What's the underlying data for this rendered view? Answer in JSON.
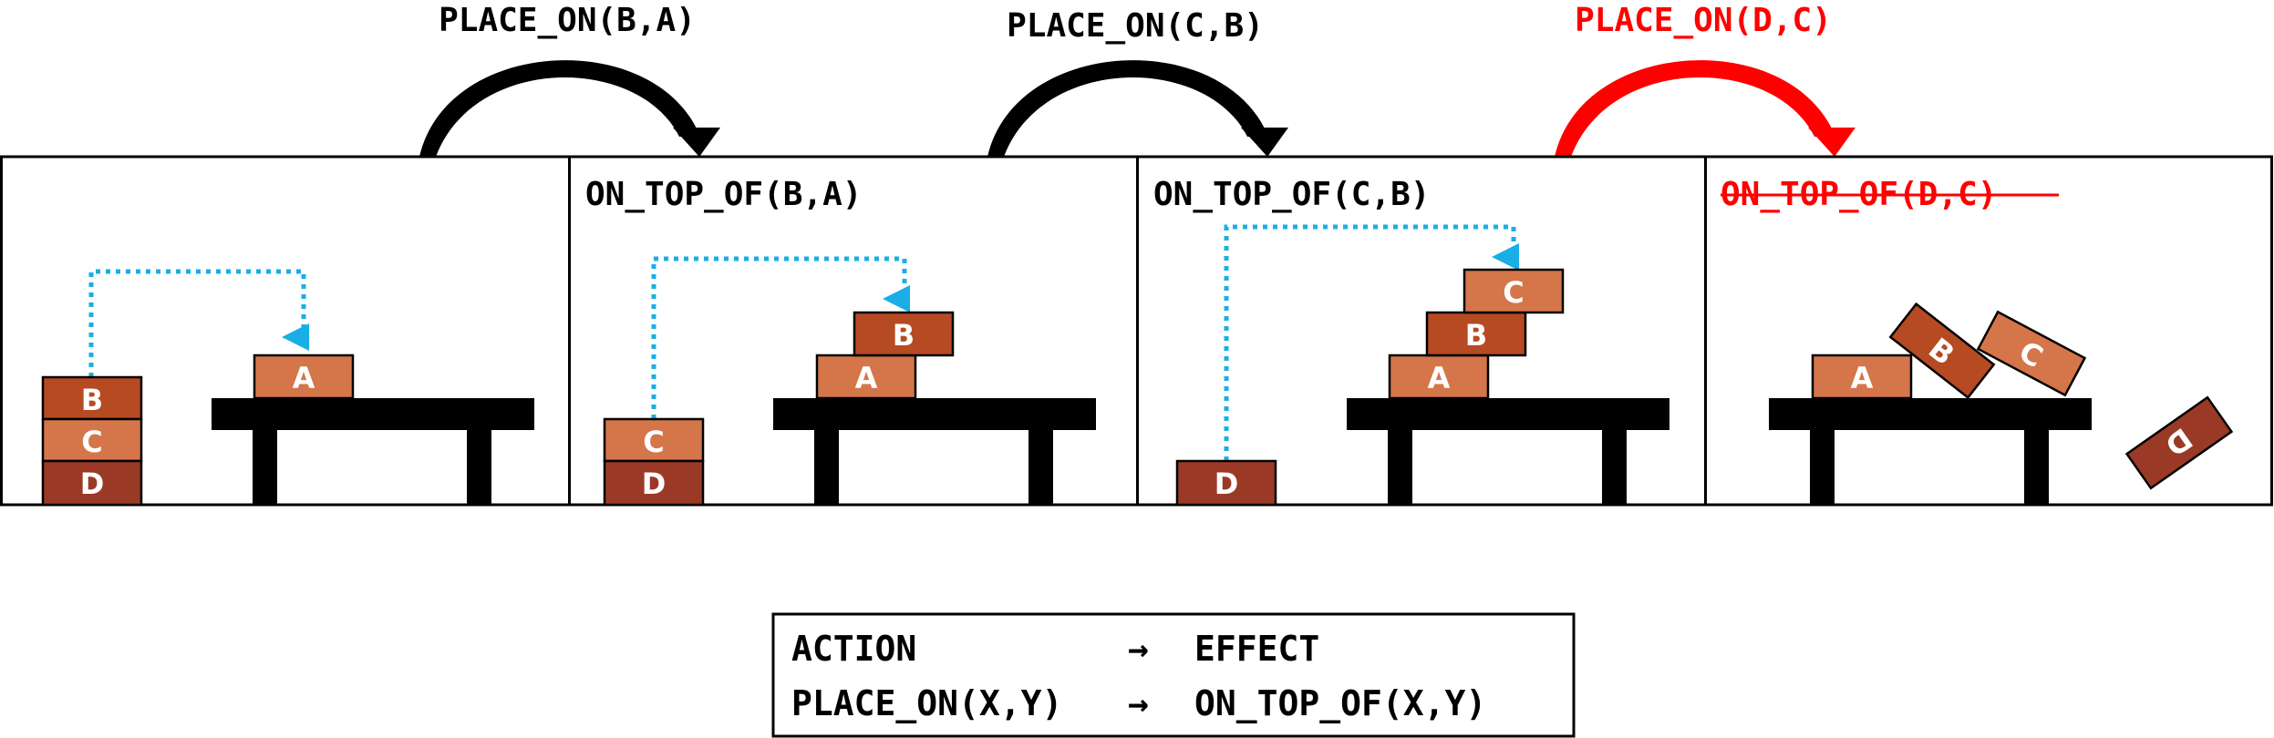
{
  "colors": {
    "stroke": "#000000",
    "failure_red": "#ff0000",
    "arrow_blue": "#1aaee6",
    "block_A": "#d4764a",
    "block_B": "#b64a22",
    "block_C": "#d4764a",
    "block_D": "#9a3a26",
    "table": "#000000"
  },
  "actions": [
    {
      "label": "PLACE_ON(B,A)",
      "status": "success"
    },
    {
      "label": "PLACE_ON(C,B)",
      "status": "success"
    },
    {
      "label": "PLACE_ON(D,C)",
      "status": "failure"
    }
  ],
  "panels": [
    {
      "effect": "",
      "effect_status": "none"
    },
    {
      "effect": "ON_TOP_OF(B,A)",
      "effect_status": "holds"
    },
    {
      "effect": "ON_TOP_OF(C,B)",
      "effect_status": "holds"
    },
    {
      "effect": "ON_TOP_OF(D,C)",
      "effect_status": "struck"
    }
  ],
  "blocks": {
    "a": "A",
    "b": "B",
    "c": "C",
    "d": "D"
  },
  "legend": {
    "header_left": "ACTION",
    "header_arrow": "→",
    "header_right": "EFFECT",
    "rule_left": "PLACE_ON(X,Y)",
    "rule_arrow": "→",
    "rule_right": "ON_TOP_OF(X,Y)"
  }
}
